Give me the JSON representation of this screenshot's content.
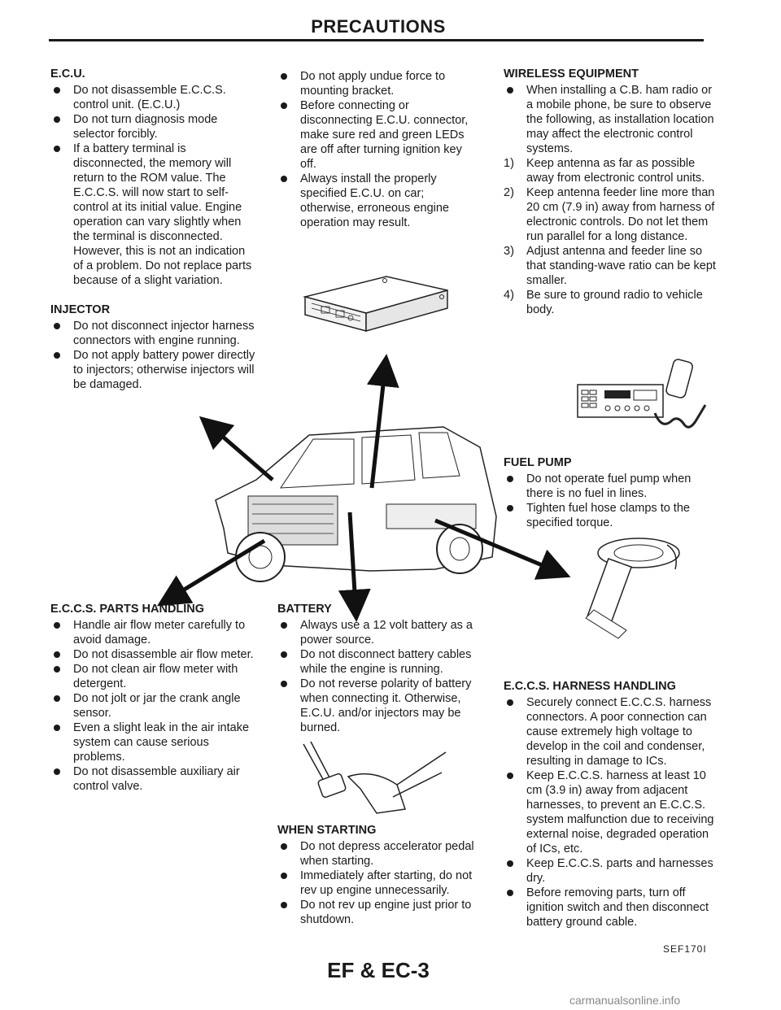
{
  "page": {
    "title": "PRECAUTIONS",
    "page_number": "EF & EC-3",
    "figure_code": "SEF170I",
    "watermark": "carmanualsonline.info"
  },
  "ecu": {
    "heading": "E.C.U.",
    "items": [
      "Do not disassemble E.C.C.S. control unit. (E.C.U.)",
      "Do not turn diagnosis mode selector forcibly.",
      "If a battery terminal is disconnected, the memory will return to the ROM value. The E.C.C.S. will now start to self-control at its initial value. Engine operation can vary slightly when the terminal is disconnected. However, this is not an indication of a problem. Do not replace parts because of a slight variation."
    ]
  },
  "injector": {
    "heading": "INJECTOR",
    "items": [
      "Do not disconnect injector harness connectors with engine running.",
      "Do not apply battery power directly to injectors; otherwise injectors will be damaged."
    ]
  },
  "mounting": {
    "items": [
      "Do not apply undue force to mounting bracket.",
      "Before connecting or disconnecting E.C.U. connector, make sure red and green LEDs are off after turning ignition key off.",
      "Always install the properly specified E.C.U. on car; otherwise, erroneous engine operation may result."
    ]
  },
  "wireless": {
    "heading": "WIRELESS EQUIPMENT",
    "intro": "When installing a C.B. ham radio or a mobile phone, be sure to observe the following, as installation location may affect the electronic control systems.",
    "steps": [
      {
        "num": "1)",
        "text": "Keep antenna as far as possible away from electronic control units."
      },
      {
        "num": "2)",
        "text": "Keep antenna feeder line more than 20 cm (7.9 in) away from harness of electronic controls. Do not let them run parallel for a long distance."
      },
      {
        "num": "3)",
        "text": "Adjust antenna and feeder line so that standing-wave ratio can be kept smaller."
      },
      {
        "num": "4)",
        "text": "Be sure to ground radio to vehicle body."
      }
    ]
  },
  "fuel_pump": {
    "heading": "FUEL PUMP",
    "items": [
      "Do not operate fuel pump when there is no fuel in lines.",
      "Tighten fuel hose clamps to the specified torque."
    ]
  },
  "parts": {
    "heading": "E.C.C.S. PARTS HANDLING",
    "items": [
      "Handle air flow meter carefully to avoid damage.",
      "Do not disassemble air flow meter.",
      "Do not clean air flow meter with detergent.",
      "Do not jolt or jar the crank angle sensor.",
      "Even a slight leak in the air intake system can cause serious problems.",
      "Do not disassemble auxiliary air control valve."
    ]
  },
  "battery": {
    "heading": "BATTERY",
    "items": [
      "Always use a 12 volt battery as a power source.",
      "Do not disconnect battery cables while the engine is running.",
      "Do not reverse polarity of battery when connecting it. Otherwise, E.C.U. and/or injectors may be burned."
    ]
  },
  "starting": {
    "heading": "WHEN STARTING",
    "items": [
      "Do not depress accelerator pedal when starting.",
      "Immediately after starting, do not rev up engine unnecessarily.",
      "Do not rev up engine just prior to shutdown."
    ]
  },
  "harness": {
    "heading": "E.C.C.S. HARNESS HANDLING",
    "items": [
      "Securely connect E.C.C.S. harness connectors. A poor connection can cause extremely high voltage to develop in the coil and condenser, resulting in damage to ICs.",
      "Keep E.C.C.S. harness at least 10 cm (3.9 in) away from adjacent harnesses, to prevent an E.C.C.S. system malfunction due to receiving external noise, degraded operation of ICs, etc.",
      "Keep E.C.C.S. parts and harnesses dry.",
      "Before removing parts, turn off ignition switch and then disconnect battery ground cable."
    ]
  }
}
